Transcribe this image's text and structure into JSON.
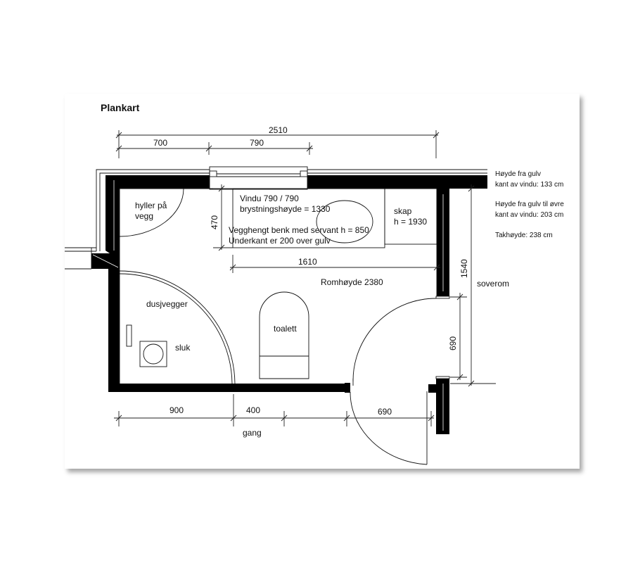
{
  "title": "Plankart",
  "dimensions": {
    "total_width": "2510",
    "left_segment": "700",
    "window_width": "790",
    "bench_depth": "470",
    "bench_length": "1610",
    "right_wall": "1540",
    "door_right": "690",
    "bottom_left": "900",
    "bottom_mid": "400",
    "bottom_door": "690"
  },
  "labels": {
    "shelves_line1": "hyller på",
    "shelves_line2": "vegg",
    "window_line1": "Vindu 790 / 790",
    "window_line2": "brystningshøyde = 1330",
    "bench_line1": "Vegghengt benk med servant h = 850",
    "bench_line2": "Underkant er 200 over gulv",
    "cabinet_line1": "skap",
    "cabinet_line2": "h = 1930",
    "room_height": "Romhøyde 2380",
    "shower_walls": "dusjvegger",
    "toilet": "toalett",
    "drain": "sluk",
    "bedroom": "soverom",
    "hallway": "gang"
  },
  "notes": {
    "note1_line1": "Høyde fra gulv",
    "note1_line2": "kant av vindu: 133 cm",
    "note2_line1": "Høyde fra gulv til øvre",
    "note2_line2": "kant av vindu: 203 cm",
    "note3": "Takhøyde: 238 cm"
  }
}
